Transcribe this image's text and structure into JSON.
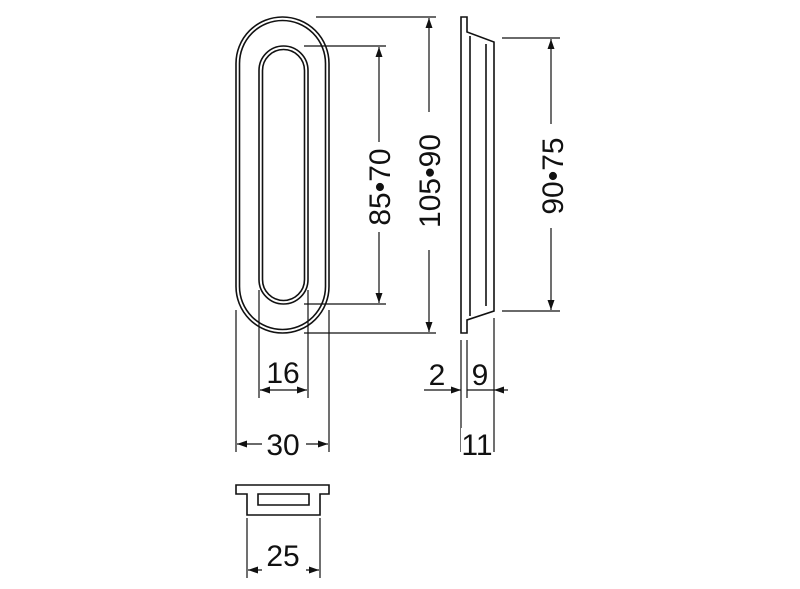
{
  "dimensions": {
    "inner_slot_height": "85•70",
    "overall_height": "105•90",
    "side_height": "90•75",
    "inner_slot_width": "16",
    "overall_width": "30",
    "flange_thickness": "2",
    "recess_depth": "9",
    "total_depth": "11",
    "cup_width": "25"
  },
  "colors": {
    "line": "#111111",
    "background": "#ffffff"
  }
}
